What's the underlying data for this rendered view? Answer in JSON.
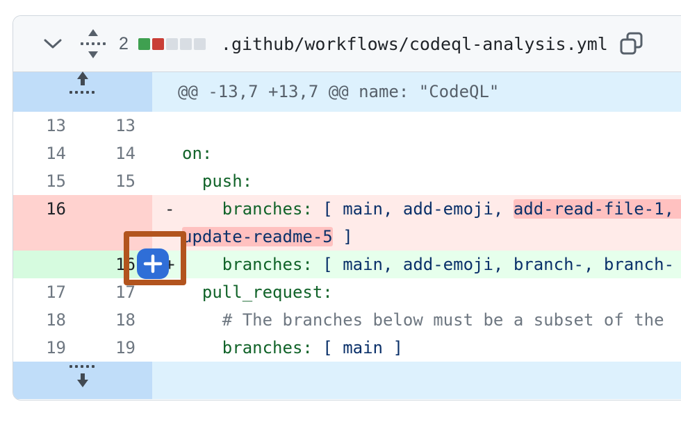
{
  "header": {
    "collapse_icon": "chevron-down-icon",
    "unfold_icon": "unfold-icon",
    "changes_count": "2",
    "stat_squares": [
      "added",
      "deleted",
      "neutral",
      "neutral",
      "neutral"
    ],
    "filename": ".github/workflows/codeql-analysis.yml",
    "copy_icon": "copy-icon"
  },
  "diff": {
    "rows": [
      {
        "type": "hunk",
        "icon": "expand-up-icon",
        "text": "@@ -13,7 +13,7 @@ name: \"CodeQL\""
      },
      {
        "type": "context",
        "old": "13",
        "new": "13",
        "segs": []
      },
      {
        "type": "context",
        "old": "14",
        "new": "14",
        "segs": [
          {
            "t": "on:",
            "c": "t-key"
          }
        ]
      },
      {
        "type": "context",
        "old": "15",
        "new": "15",
        "segs": [
          {
            "t": "  push:",
            "c": "t-key"
          }
        ]
      },
      {
        "type": "del",
        "old": "16",
        "new": "",
        "marker": "-",
        "segs": [
          {
            "t": "    ",
            "c": "t-plain"
          },
          {
            "t": "branches:",
            "c": "t-key"
          },
          {
            "t": " [ main, add-emoji, ",
            "c": "t-val"
          },
          {
            "t": "add-read-file-1,    ",
            "c": "t-val t-hl"
          }
        ]
      },
      {
        "type": "del",
        "old": "",
        "new": "",
        "marker": " ",
        "segs": [
          {
            "t": "update-readme-5",
            "c": "t-val t-hl"
          },
          {
            "t": " ]",
            "c": "t-val"
          }
        ]
      },
      {
        "type": "add",
        "old": "",
        "new": "16",
        "marker": "+",
        "segs": [
          {
            "t": "    ",
            "c": "t-plain"
          },
          {
            "t": "branches:",
            "c": "t-key"
          },
          {
            "t": " [ main, add-emoji, branch-, branch-",
            "c": "t-val"
          }
        ]
      },
      {
        "type": "context",
        "old": "17",
        "new": "17",
        "segs": [
          {
            "t": "  pull_request:",
            "c": "t-key"
          }
        ]
      },
      {
        "type": "context",
        "old": "18",
        "new": "18",
        "segs": [
          {
            "t": "    # The branches below must be a subset of the",
            "c": "t-comment"
          }
        ]
      },
      {
        "type": "context",
        "old": "19",
        "new": "19",
        "segs": [
          {
            "t": "    ",
            "c": "t-plain"
          },
          {
            "t": "branches:",
            "c": "t-key"
          },
          {
            "t": " [ main ]",
            "c": "t-val"
          }
        ]
      },
      {
        "type": "expand-down",
        "icon": "expand-down-icon",
        "text": ""
      }
    ]
  },
  "annotation": {
    "box_color": "#b2541e",
    "button_label": "+",
    "button_color": "#2f6ed7",
    "button_icon": "plus-icon"
  },
  "colors": {
    "header_bg": "#f6f8fa",
    "border": "#d0d7de",
    "hunk_gutter_bg": "#c0ddf9",
    "hunk_bg": "#ddf1fd",
    "del_num_bg": "#ffd2cf",
    "del_line_bg": "#ffebe9",
    "del_word_highlight": "#ffc1c0",
    "add_num_bg": "#d6fbdf",
    "add_line_bg": "#e6ffec",
    "syntax_key": "#116329",
    "syntax_value": "#0a3069",
    "syntax_comment": "#6e7781",
    "stat_added": "#3fa050",
    "stat_deleted": "#c93e36",
    "stat_neutral": "#d8dde3"
  }
}
